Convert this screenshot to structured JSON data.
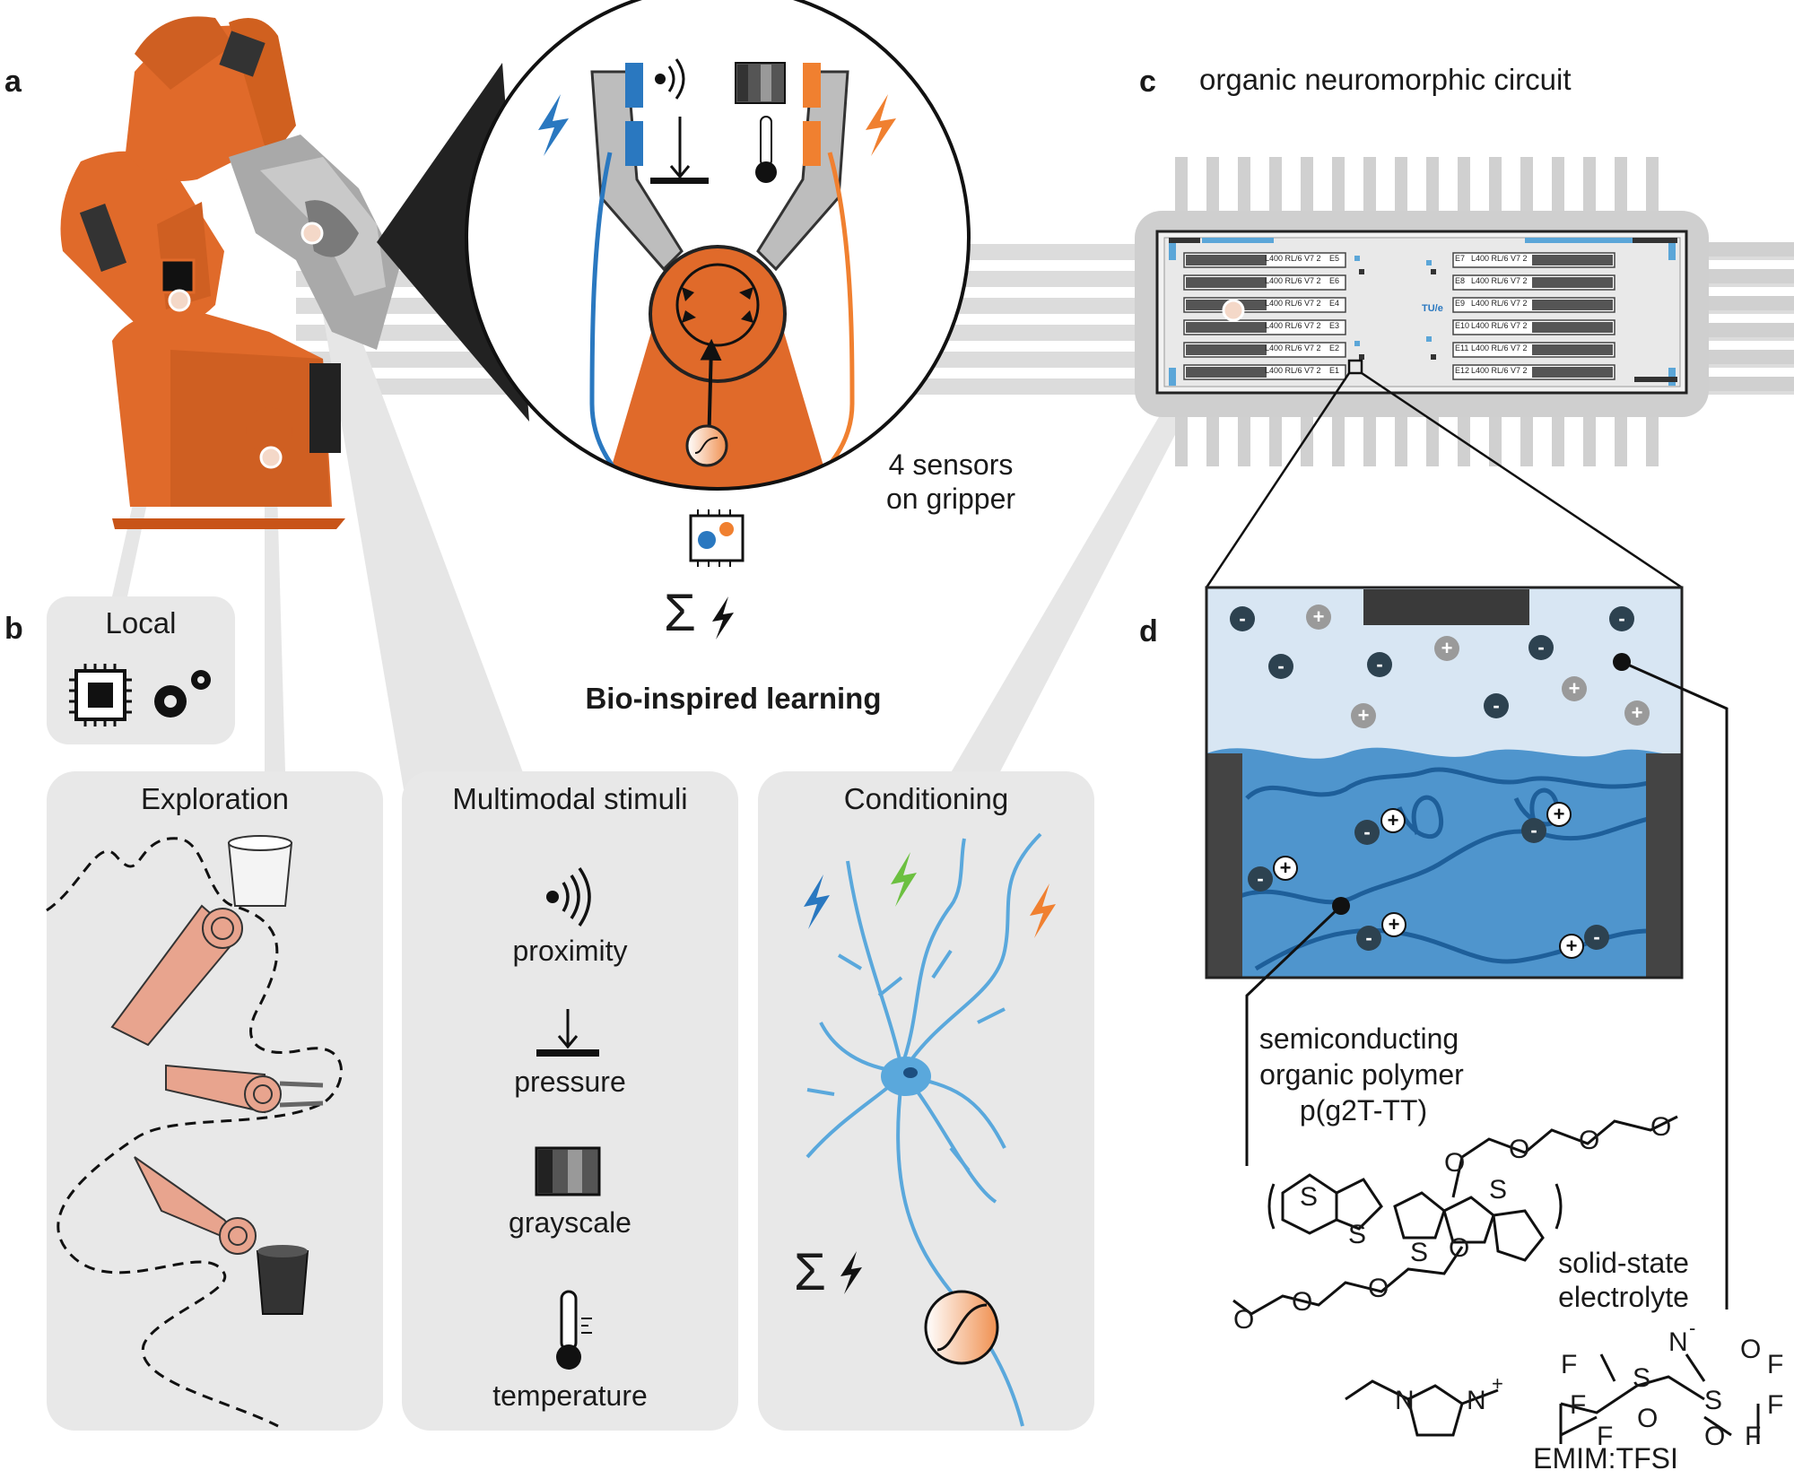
{
  "panels": {
    "a": "a",
    "b": "b",
    "c": "c",
    "d": "d"
  },
  "circuit_title": "organic neuromorphic circuit",
  "gripper_note": [
    "4 sensors",
    "on gripper"
  ],
  "sum_symbol": "Σ",
  "bio_title": "Bio-inspired learning",
  "local": {
    "title": "Local"
  },
  "exploration": {
    "title": "Exploration"
  },
  "stimuli": {
    "title": "Multimodal stimuli",
    "items": [
      {
        "label": "proximity",
        "icon": "proximity-icon"
      },
      {
        "label": "pressure",
        "icon": "pressure-icon"
      },
      {
        "label": "grayscale",
        "icon": "grayscale-icon"
      },
      {
        "label": "temperature",
        "icon": "thermometer-icon"
      }
    ]
  },
  "conditioning": {
    "title": "Conditioning"
  },
  "chip": {
    "logo": "TU/e",
    "left_labels": [
      "L400 RL/6 V7 2",
      "L400 RL/6 V7 2",
      "L400 RL/6 V7 2",
      "L400 RL/6 V7 2",
      "L400 RL/6 V7 2",
      "L400 RL/6 V7 2"
    ],
    "left_ids": [
      "E5",
      "E6",
      "E4",
      "E3",
      "E2",
      "E1"
    ],
    "right_labels": [
      "L400 RL/6 V7 2",
      "L400 RL/6 V7 2",
      "L400 RL/6 V7 2",
      "L400 RL/6 V7 2",
      "L400 RL/6 V7 2",
      "L400 RL/6 V7 2"
    ],
    "right_ids": [
      "E7",
      "E8",
      "E9",
      "E10",
      "E11",
      "E12"
    ]
  },
  "ion_marks": {
    "minus": "-",
    "plus": "+"
  },
  "polymer": {
    "lines": [
      "semiconducting",
      "organic polymer",
      "p(g2T-TT)"
    ]
  },
  "electrolyte": {
    "lines": [
      "solid-state",
      "electrolyte"
    ],
    "name": "EMIM:TFSI"
  },
  "chem_atoms": {
    "S": "S",
    "N": "N",
    "O": "O",
    "F": "F",
    "plus": "+",
    "minus": "-"
  },
  "colors": {
    "robot_orange": "#e06a2a",
    "blue": "#2a78c0",
    "orange": "#f08030",
    "green": "#6cc040",
    "neuron_blue": "#5aa8dc",
    "panel_gray": "#e8e8e8",
    "electrolyte_light": "#d8e6f3",
    "polymer_blue": "#4f95cd",
    "ion_dark": "#2d4250",
    "salmon": "#e8a48e"
  }
}
